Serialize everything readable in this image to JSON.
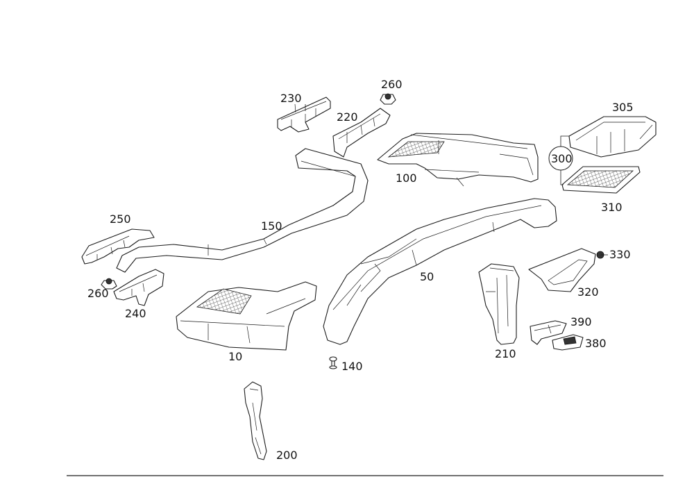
{
  "diagram": {
    "labels": {
      "p230": "230",
      "p260a": "260",
      "p220": "220",
      "p305": "305",
      "p300": "300",
      "p100": "100",
      "p310": "310",
      "p150": "150",
      "p250": "250",
      "p330": "330",
      "p260b": "260",
      "p50": "50",
      "p320": "320",
      "p240": "240",
      "p390": "390",
      "p10": "10",
      "p210": "210",
      "p380": "380",
      "p140": "140",
      "p200": "200"
    }
  }
}
